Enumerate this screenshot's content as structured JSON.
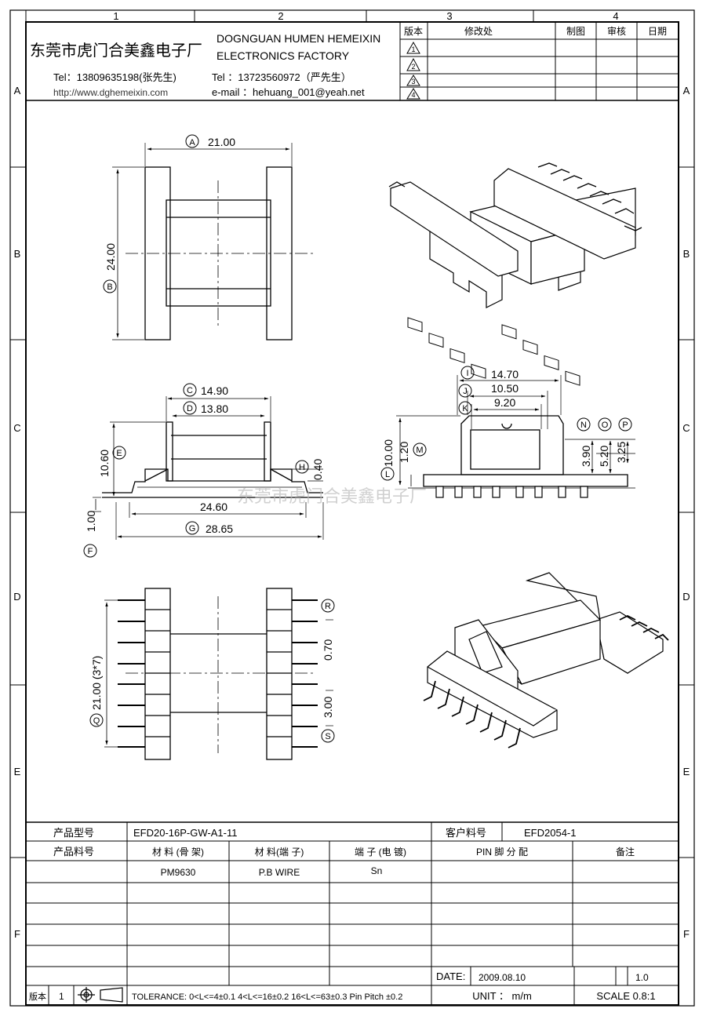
{
  "company": {
    "name_cn": "东莞市虎门合美鑫电子厂",
    "name_en_line1": "DOGNGUAN HUMEN HEMEIXIN",
    "name_en_line2": "ELECTRONICS FACTORY",
    "tel1": "Tel：13809635198(张先生)",
    "tel2": "Tel ：13723560972（严先生）",
    "website": "http://www.dghemeixin.com",
    "email": "e-mail ：hehuang_001@yeah.net"
  },
  "grid": {
    "columns": [
      "1",
      "2",
      "3",
      "4"
    ],
    "rows": [
      "A",
      "B",
      "C",
      "D",
      "E",
      "F"
    ]
  },
  "revision_table": {
    "headers": [
      "版本",
      "修改处",
      "制图",
      "审核",
      "日期"
    ],
    "revisions": [
      "1",
      "2",
      "3",
      "4"
    ]
  },
  "drawing": {
    "watermark": "东莞市虎门合美鑫电子厂",
    "top_view": {
      "A": "21.00",
      "B": "24.00"
    },
    "side_view": {
      "C": "14.90",
      "D": "13.80",
      "E": "10.60",
      "F": "1.00",
      "G": "28.65",
      "H": "0.40",
      "inner": "24.60"
    },
    "right_view": {
      "I": "14.70",
      "J": "10.50",
      "K": "9.20",
      "L": "10.00",
      "M": "1.20",
      "N": "3.90",
      "O": "5.20",
      "P": "3.25"
    },
    "bottom_view": {
      "Q": "21.00 (3*7)",
      "R": "0.70",
      "S": "3.00"
    },
    "bubbles": [
      "A",
      "B",
      "C",
      "D",
      "E",
      "F",
      "G",
      "H",
      "I",
      "J",
      "K",
      "L",
      "M",
      "N",
      "O",
      "P",
      "Q",
      "R",
      "S"
    ]
  },
  "spec": {
    "model_label": "产品型号",
    "model_value": "EFD20-16P-GW-A1-11",
    "customer_code_label": "客户料号",
    "customer_code_value": "EFD2054-1",
    "part_no_label": "产品料号",
    "material_bobbin_label": "材 料 (骨 架)",
    "material_pin_label": "材 料(端 子)",
    "plating_label": "端 子 (电 镀)",
    "pin_assign_label": "PIN 脚 分 配",
    "remark_label": "备注",
    "material_bobbin_value": "PM9630",
    "material_pin_value": "P.B WIRE",
    "plating_value": "Sn",
    "date_label": "DATE:",
    "date_value": "2009.08.10",
    "page_value": "1.0",
    "unit_label": "UNIT ： m/m",
    "scale_label": "SCALE  0.8:1",
    "version_label": "版本",
    "version_value": "1",
    "tolerance": "TOLERANCE:  0<L<=4±0.1  4<L<=16±0.2  16<L<=63±0.3  Pin Pitch  ±0.2"
  }
}
